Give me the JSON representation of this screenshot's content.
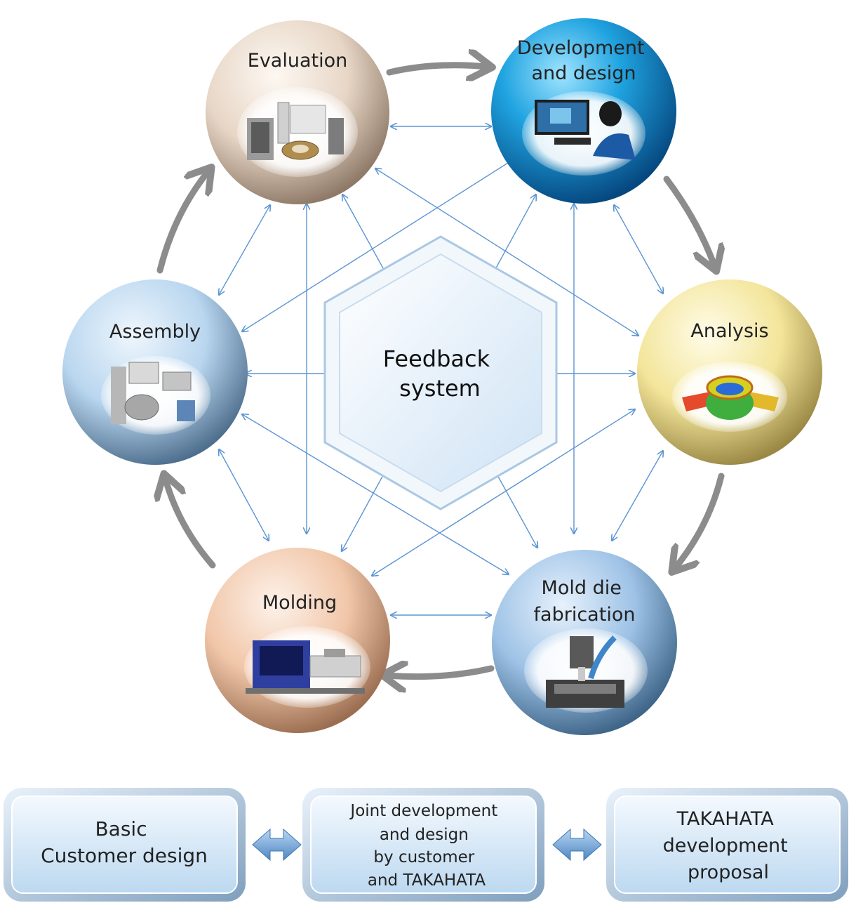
{
  "hub": {
    "lines": [
      "Feedback",
      "system"
    ]
  },
  "nodes": [
    {
      "id": "evaluation",
      "lines": [
        "Evaluation"
      ],
      "photo": "lab-equipment-photo"
    },
    {
      "id": "development",
      "lines": [
        "Development",
        "and design"
      ],
      "photo": "engineer-at-computer-photo"
    },
    {
      "id": "analysis",
      "lines": [
        "Analysis"
      ],
      "photo": "stress-analysis-model-photo"
    },
    {
      "id": "mold",
      "lines": [
        "Mold die",
        "fabrication"
      ],
      "photo": "milling-machine-photo"
    },
    {
      "id": "molding",
      "lines": [
        "Molding"
      ],
      "photo": "injection-molding-machine-photo"
    },
    {
      "id": "assembly",
      "lines": [
        "Assembly"
      ],
      "photo": "assembly-machine-photo"
    }
  ],
  "bottom_boxes": [
    {
      "id": "basic",
      "lines": [
        "Basic",
        "Customer design"
      ]
    },
    {
      "id": "joint",
      "lines": [
        "Joint development",
        "and design",
        "by customer",
        "and TAKAHATA"
      ]
    },
    {
      "id": "proposal",
      "lines": [
        "TAKAHATA",
        "development",
        "proposal"
      ]
    }
  ],
  "colors": {
    "connector": "#5b95d3",
    "cycle_arrow": "#8c8c8c",
    "hub_fill": "#e6f1fb",
    "box_fill": "#d5e7f7"
  }
}
